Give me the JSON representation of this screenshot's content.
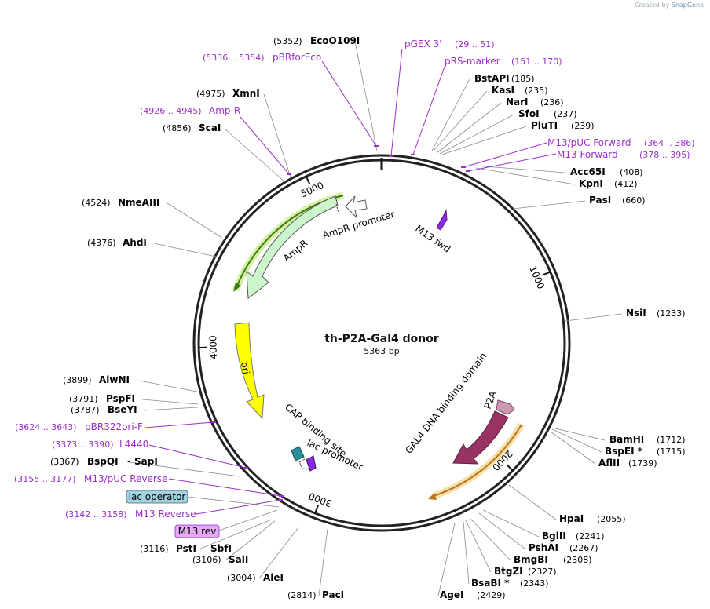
{
  "credit": {
    "prefix": "Created by",
    "brand": "SnapGene"
  },
  "plasmid": {
    "name": "th-P2A-Gal4 donor",
    "size_text": "5363 bp",
    "length": 5363
  },
  "ticks": [
    {
      "pos": 1000,
      "label": "1000"
    },
    {
      "pos": 2000,
      "label": "2000"
    },
    {
      "pos": 3000,
      "label": "3000"
    },
    {
      "pos": 4000,
      "label": "4000"
    },
    {
      "pos": 5000,
      "label": "5000"
    }
  ],
  "sites": [
    {
      "name": "EcoO109I",
      "pos_text": "(5352)",
      "pos": 5352
    },
    {
      "name": "BstAPI",
      "pos_text": "(185)",
      "pos": 185
    },
    {
      "name": "KasI",
      "pos_text": "(235)",
      "pos": 235
    },
    {
      "name": "NarI",
      "pos_text": "(236)",
      "pos": 236
    },
    {
      "name": "SfoI",
      "pos_text": "(237)",
      "pos": 237
    },
    {
      "name": "PluTI",
      "pos_text": "(239)",
      "pos": 239
    },
    {
      "name": "Acc65I",
      "pos_text": "(408)",
      "pos": 408
    },
    {
      "name": "KpnI",
      "pos_text": "(412)",
      "pos": 412
    },
    {
      "name": "PasI",
      "pos_text": "(660)",
      "pos": 660
    },
    {
      "name": "NsiI",
      "pos_text": "(1233)",
      "pos": 1233
    },
    {
      "name": "BamHI",
      "pos_text": "(1712)",
      "pos": 1712
    },
    {
      "name": "BspEI *",
      "pos_text": "(1715)",
      "pos": 1715
    },
    {
      "name": "AflII",
      "pos_text": "(1739)",
      "pos": 1739
    },
    {
      "name": "HpaI",
      "pos_text": "(2055)",
      "pos": 2055
    },
    {
      "name": "BglII",
      "pos_text": "(2241)",
      "pos": 2241
    },
    {
      "name": "PshAI",
      "pos_text": "(2267)",
      "pos": 2267
    },
    {
      "name": "BmgBI",
      "pos_text": "(2308)",
      "pos": 2308
    },
    {
      "name": "BtgZI",
      "pos_text": "(2327)",
      "pos": 2327
    },
    {
      "name": "BsaBI *",
      "pos_text": "(2343)",
      "pos": 2343
    },
    {
      "name": "AgeI",
      "pos_text": "(2429)",
      "pos": 2429
    },
    {
      "name": "PacI",
      "pos_text": "(2814)",
      "pos": 2814
    },
    {
      "name": "AleI",
      "pos_text": "(3004)",
      "pos": 3004
    },
    {
      "name": "SalI",
      "pos_text": "(3106)",
      "pos": 3106
    },
    {
      "name": "PstI",
      "pos_text": "(3116)",
      "pos": 3116
    },
    {
      "name": "SbfI",
      "pos_text": "",
      "pos": 3116
    },
    {
      "name": "BspQI",
      "pos_text": "(3367)",
      "pos": 3367
    },
    {
      "name": "SapI",
      "pos_text": "",
      "pos": 3367
    },
    {
      "name": "BseYI",
      "pos_text": "(3787)",
      "pos": 3787
    },
    {
      "name": "PspFI",
      "pos_text": "(3791)",
      "pos": 3791
    },
    {
      "name": "AlwNI",
      "pos_text": "(3899)",
      "pos": 3899
    },
    {
      "name": "AhdI",
      "pos_text": "(4376)",
      "pos": 4376
    },
    {
      "name": "NmeAIII",
      "pos_text": "(4524)",
      "pos": 4524
    },
    {
      "name": "ScaI",
      "pos_text": "(4856)",
      "pos": 4856
    },
    {
      "name": "XmnI",
      "pos_text": "(4975)",
      "pos": 4975
    }
  ],
  "primers": [
    {
      "name": "pGEX 3'",
      "range": "(29 .. 51)",
      "start": 29,
      "end": 51
    },
    {
      "name": "pRS-marker",
      "range": "(151 .. 170)",
      "start": 151,
      "end": 170
    },
    {
      "name": "M13/pUC Forward",
      "range": "(364 .. 386)",
      "start": 364,
      "end": 386
    },
    {
      "name": "M13 Forward",
      "range": "(378 .. 395)",
      "start": 378,
      "end": 395
    },
    {
      "name": "pBRforEco",
      "range": "(5336 .. 5354)",
      "start": 5336,
      "end": 5354
    },
    {
      "name": "Amp-R",
      "range": "(4926 .. 4945)",
      "start": 4926,
      "end": 4945
    },
    {
      "name": "pBR322ori-F",
      "range": "(3624 .. 3643)",
      "start": 3624,
      "end": 3643
    },
    {
      "name": "L4440",
      "range": "(3373 .. 3390)",
      "start": 3373,
      "end": 3390
    },
    {
      "name": "M13/pUC Reverse",
      "range": "(3155 .. 3177)",
      "start": 3155,
      "end": 3177
    },
    {
      "name": "M13 Reverse",
      "range": "(3142 .. 3158)",
      "start": 3142,
      "end": 3158
    }
  ],
  "boxed_features": [
    {
      "name": "lac operator",
      "fill": "#a3d3de"
    },
    {
      "name": "M13 rev",
      "fill": "#e6a8f0"
    }
  ],
  "features": [
    {
      "name": "AmpR",
      "color": "#ccf5cc"
    },
    {
      "name": "AmpR promoter",
      "color": "#ffffff"
    },
    {
      "name": "ori",
      "color": "#ffff00"
    },
    {
      "name": "CAP binding site",
      "color": "#27909a"
    },
    {
      "name": "lac promoter",
      "color": "#ffffff"
    },
    {
      "name": "M13 fwd",
      "color": "#8a2be2"
    },
    {
      "name": "P2A",
      "color": "#cc99b3"
    },
    {
      "name": "GAL4 DNA binding domain",
      "color": "#993366"
    }
  ],
  "colors": {
    "primer": "#9b30c8",
    "site_line": "#888888",
    "backbone": "#222222"
  }
}
